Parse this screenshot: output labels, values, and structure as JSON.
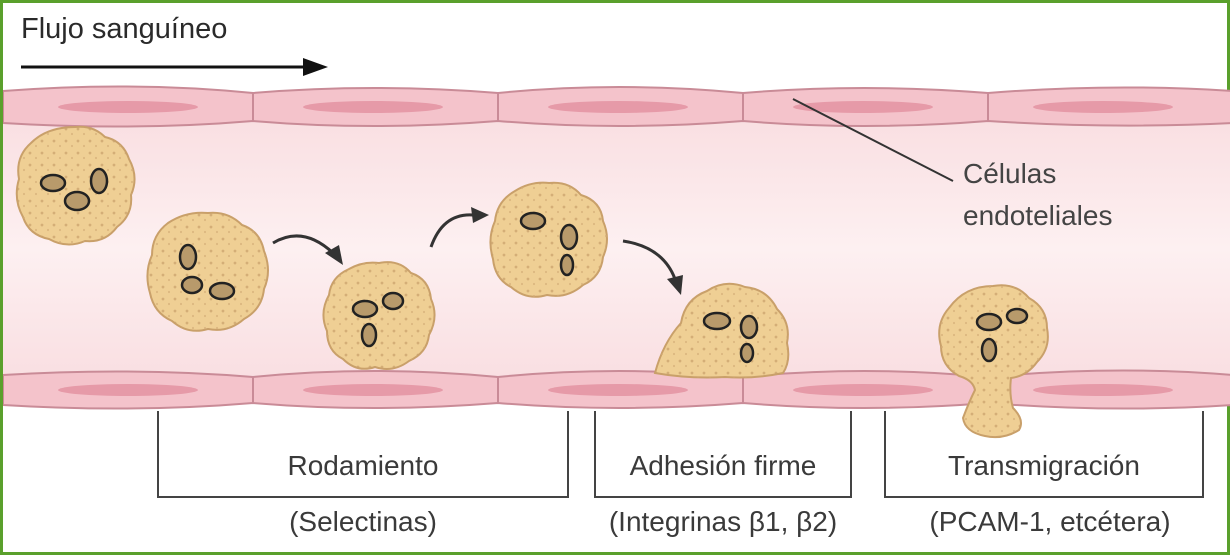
{
  "flow_label": "Flujo sanguíneo",
  "endothelial_label": "Células endoteliales",
  "stages": [
    {
      "name": "Rodamiento",
      "molecules": "(Selectinas)"
    },
    {
      "name": "Adhesión firme",
      "molecules": "(Integrinas β1, β2)"
    },
    {
      "name": "Transmigración",
      "molecules": "(PCAM-1, etcétera)"
    }
  ],
  "colors": {
    "vessel_lumen": "#fbe5e7",
    "endothelium": "#f4c3cb",
    "endothelium_outline": "#c98b97",
    "leukocyte": "#efcf94",
    "nucleus": "#b89a6b",
    "border": "#5aa02c"
  }
}
